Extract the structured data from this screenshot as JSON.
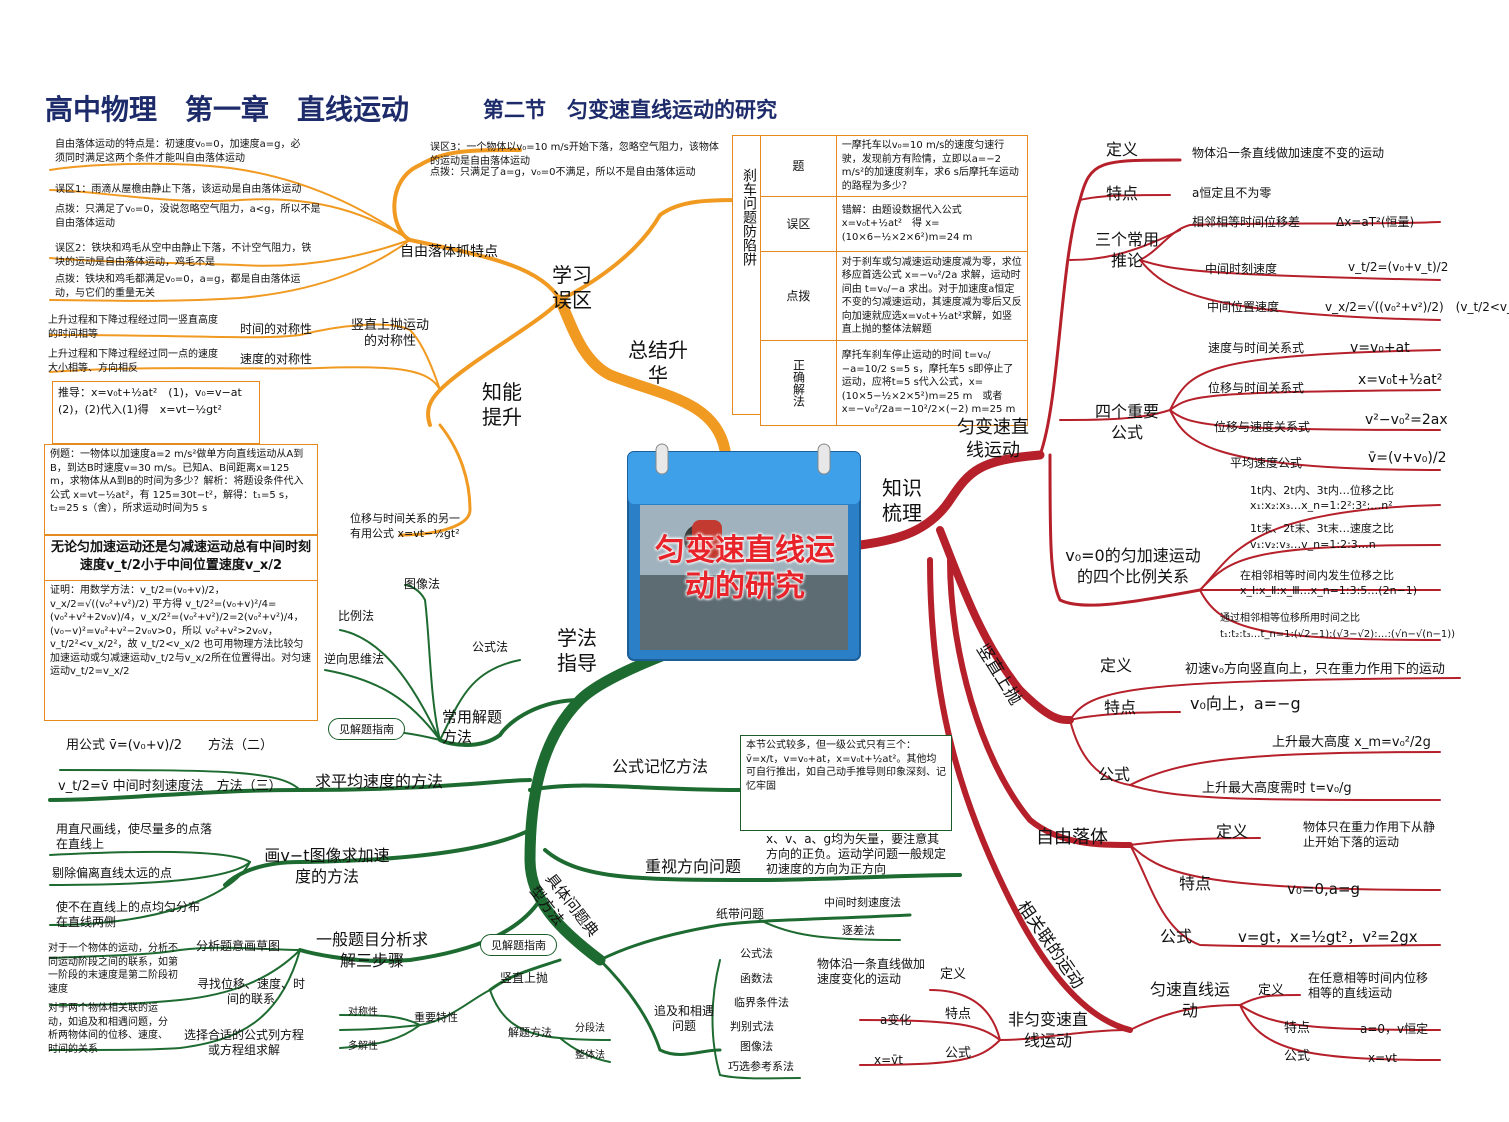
{
  "title": {
    "main": "高中物理　第一章　直线运动",
    "section": "第二节　匀变速直线运动的研究"
  },
  "center": {
    "title": "匀变速直线运动的研究"
  },
  "colors": {
    "orange": "#f19a22",
    "green": "#1e6b31",
    "red": "#b5202a",
    "title": "#1d2b6b"
  },
  "orange": {
    "root": "总结升华",
    "learn": "学习误区",
    "improve": "知能提升",
    "free_fall": "自由落体抓特点",
    "symmetry": "竖直上抛运动的对称性",
    "time_sym": "时间的对称性",
    "speed_sym": "速度的对称性",
    "other_formula": "位移与时间关系的另一有用公式 x=vt−½gt²",
    "notes": {
      "n1": "自由落体运动的特点是：初速度v₀=0，加速度a=g，必须同时满足这两个条件才能叫自由落体运动",
      "n2": "误区1：雨滴从屋檐由静止下落，该运动是自由落体运动",
      "n3": "点拨：只满足了v₀=0，没说忽略空气阻力，a<g，所以不是自由落体运动",
      "n4": "误区2：铁块和鸡毛从空中由静止下落，不计空气阻力，铁块的运动是自由落体运动，鸡毛不是",
      "n5": "点拨：铁块和鸡毛都满足v₀=0，a=g，都是自由落体运动，与它们的重量无关",
      "n6": "误区3：一个物体以v₀=10 m/s开始下落，忽略空气阻力，该物体的运动是自由落体运动",
      "n7": "点拨：只满足了a=g，v₀=0不满足，所以不是自由落体运动",
      "n8": "上升过程和下降过程经过同一竖直高度的时间相等",
      "n9": "上升过程和下降过程经过同一点的速度大小相等、方向相反"
    },
    "derive": "推导：x=v₀t+½at²　(1)，v₀=v−at　(2)，(2)代入(1)得　x=vt−½gt²",
    "example": "例题：一物体以加速度a=2 m/s²做单方向直线运动从A到B，到达B时速度v=30 m/s。已知A、B间距离x=125 m，求物体从A到B的时间为多少？解析：将题设条件代入公式 x=vt−½at²，有 125=30t−t²，解得：t₁=5 s，t₂=25 s（舍），所求运动时间为5 s",
    "mid_speed": "无论匀加速运动还是匀减速运动总有中间时刻速度v_t/2小于中间位置速度v_x/2",
    "proof": "证明：用数学方法：v_t/2=(v₀+v)/2，v_x/2=√((v₀²+v²)/2) 平方得 v_t/2²=(v₀+v)²/4=(v₀²+v²+2v₀v)/4，v_x/2²=(v₀²+v²)/2=2(v₀²+v²)/4，(v₀−v)²=v₀²+v²−2v₀v>0，所以 v₀²+v²>2v₀v，v_t/2²<v_x/2²，故 v_t/2<v_x/2 也可用物理方法比较匀加速运动或匀减速运动v_t/2与v_x/2所在位置得出。对匀速运动v_t/2=v_x/2"
  },
  "trap": {
    "label": "刹车问题防陷阱",
    "rows": [
      {
        "k": "题",
        "v": "一摩托车以v₀=10 m/s的速度匀速行驶，发现前方有险情，立即以a=−2 m/s²的加速度刹车，求6 s后摩托车运动的路程为多少？"
      },
      {
        "k": "误区",
        "v": "错解：由题设数据代入公式 x=v₀t+½at²　得 x=(10×6−½×2×6²)m=24 m"
      },
      {
        "k": "点拨",
        "v": "对于刹车或匀减速运动速度减为零，求位移应首选公式 x=−v₀²/2a 求解，运动时间由 t=v₀/−a 求出。对于加速度a恒定不变的匀减速运动，其速度减为零后又反向加速就应选x=v₀t+½at²求解，如竖直上抛的整体法解题"
      },
      {
        "k": "正确解法",
        "v": "摩托车刹车停止运动的时间 t=v₀/−a=10/2 s=5 s，摩托车5 s即停止了运动，应将t=5 s代入公式，x=(10×5−½×2×5²)m=25 m　或者 x=−v₀²/2a=−10²/2×(−2) m=25 m"
      }
    ]
  },
  "green": {
    "root": "学法指导",
    "methods": "常用解题方法",
    "m_image": "图像法",
    "m_ratio": "比例法",
    "m_formula": "公式法",
    "m_reverse": "逆向思维法",
    "guide": "见解题指南",
    "avg": "求平均速度的方法",
    "avg1": "用公式 v̄=(v₀+v)/2　　方法（二）",
    "avg2": "v_t/2=v̄ 中间时刻速度法　方法（三）",
    "vt_title": "画v−t图像求加速度的方法",
    "vt1": "用直尺画线，使尽量多的点落在直线上",
    "vt2": "剔除偏离直线太远的点",
    "vt3": "使不在直线上的点均匀分布在直线两侧",
    "general": "一般题目分析求解三步骤",
    "g1": "分析题意画草图",
    "g2": "寻找位移、速度、时间的联系",
    "g3": "选择合适的公式列方程或方程组求解",
    "g_note1": "对于一个物体的运动，分析不同运动阶段之间的联系，如第一阶段的末速度是第二阶段初速度",
    "g_note2": "对于两个物体相关联的运动，如追及和相遇问题，分析两物体间的位移、速度、时间的关系",
    "memory": "公式记忆方法",
    "memory_text": "本节公式较多，但一级公式只有三个：v̄=x/t，v=v₀+at，x=v₀t+½at²。其他均可自行推出，如自己动手推导则印象深刻、记忆牢固",
    "direction": "重视方向问题",
    "direction_text": "x、v、a、g均为矢量，要注意其方向的正负。运动学问题一般规定初速度的方向为正方向",
    "typical": "具体问题典型方法",
    "tape": "纸带问题",
    "tape1": "中间时刻速度法",
    "tape2": "逐差法",
    "chase": "追及和相遇问题",
    "c1": "公式法",
    "c2": "函数法",
    "c3": "临界条件法",
    "c4": "判别式法",
    "c5": "图像法",
    "c6": "巧选参考系法",
    "upthrow": "竖直上抛",
    "guide2": "见解题指南",
    "feature": "重要特性",
    "f1": "对称性",
    "f2": "多解性",
    "solve": "解题方法",
    "s1": "分段法",
    "s2": "整体法"
  },
  "red": {
    "root": "知识梳理",
    "uniform": "匀变速直线运动",
    "def": "定义",
    "def_text": "物体沿一条直线做加速度不变的运动",
    "feat": "特点",
    "feat_text": "a恒定且不为零",
    "three": "三个常用推论",
    "t1": "相邻相等时间位移差",
    "t1f": "Δx=aT²(恒量)",
    "t2": "中间时刻速度",
    "t2f": "v_t/2=(v₀+v_t)/2",
    "t3": "中间位置速度",
    "t3f": "v_x/2=√((v₀²+v²)/2)　(v_t/2<v_x/2)",
    "four": "四个重要公式",
    "f1": "速度与时间关系式",
    "f1f": "v=v₀+at",
    "f2": "位移与时间关系式",
    "f2f": "x=v₀t+½at²",
    "f3": "位移与速度关系式",
    "f3f": "v²−v₀²=2ax",
    "f4": "平均速度公式",
    "f4f": "v̄=(v+v₀)/2",
    "ratio": "v₀=0的匀加速运动的四个比例关系",
    "r1": "1t内、2t内、3t内…位移之比",
    "r1f": "x₁:x₂:x₃…x_n=1:2²:3²:…n²",
    "r2": "1t末、2t末、3t末…速度之比",
    "r2f": "v₁:v₂:v₃…v_n=1:2:3…n",
    "r3": "在相邻相等时间内发生位移之比",
    "r3f": "x_Ⅰ:x_Ⅱ:x_Ⅲ…x_n=1:3:5…(2n−1)",
    "r4": "通过相邻相等位移所用时间之比",
    "r4f": "t₁:t₂:t₃…t_n=1:(√2−1):(√3−√2):…:(√n−√(n−1))",
    "vertical": "竖直上抛",
    "v_def_text": "初速v₀方向竖直向上，只在重力作用下的运动",
    "v_feat_text": "v₀向上，a=−g",
    "formula": "公式",
    "vf1": "上升最大高度 x_m=v₀²/2g",
    "vf2": "上升最大高度需时 t=v₀/g",
    "freefall": "自由落体",
    "ff_def_text": "物体只在重力作用下从静止开始下落的运动",
    "ff_feat_text": "v₀=0,a=g",
    "ff_formula_text": "v=gt，x=½gt²，v²=2gx",
    "related": "相关联的运动",
    "const": "匀速直线运动",
    "const_def": "在任意相等时间内位移相等的直线运动",
    "const_feat": "a=0，v恒定",
    "const_formula": "x=vt",
    "nonuni": "非匀变速直线运动",
    "nu_def": "物体沿一条直线做加速度变化的运动",
    "nu_feat": "a变化",
    "nu_formula": "x=v̄t"
  }
}
